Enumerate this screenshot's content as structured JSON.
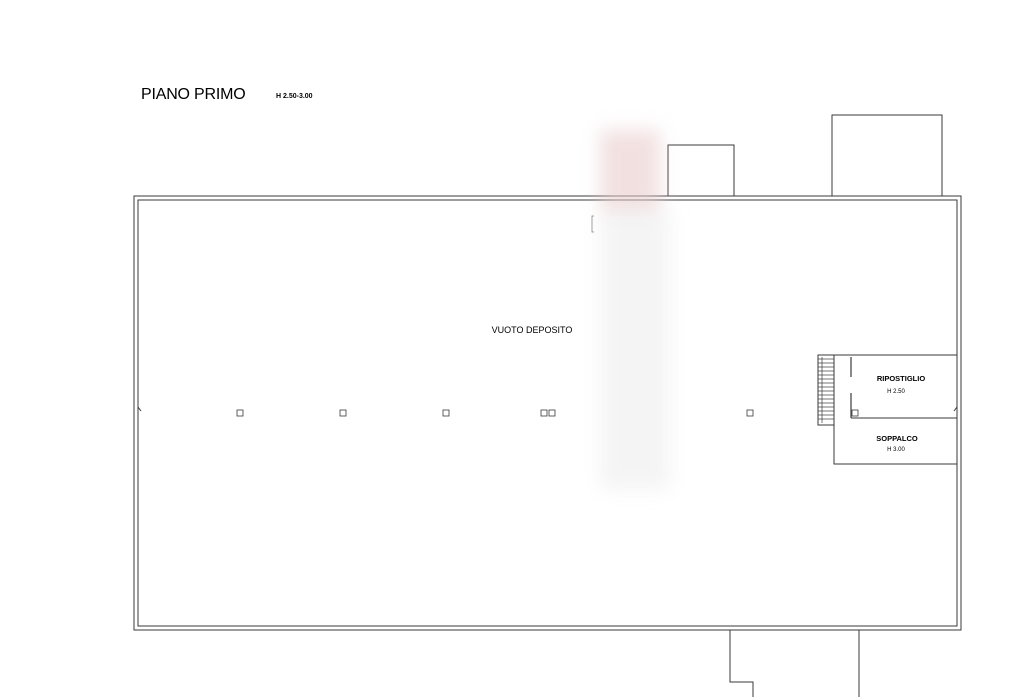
{
  "floor": {
    "title": "PIANO PRIMO",
    "height": "H 2.50-3.00"
  },
  "rooms": {
    "deposito": {
      "name": "VUOTO DEPOSITO"
    },
    "ripostiglio": {
      "name": "RIPOSTIGLIO",
      "height": "H 2.50"
    },
    "soppalco": {
      "name": "SOPPALCO",
      "height": "H 3.00"
    }
  },
  "colors": {
    "line": "#3a3a3a",
    "blur": "#f1dede"
  }
}
